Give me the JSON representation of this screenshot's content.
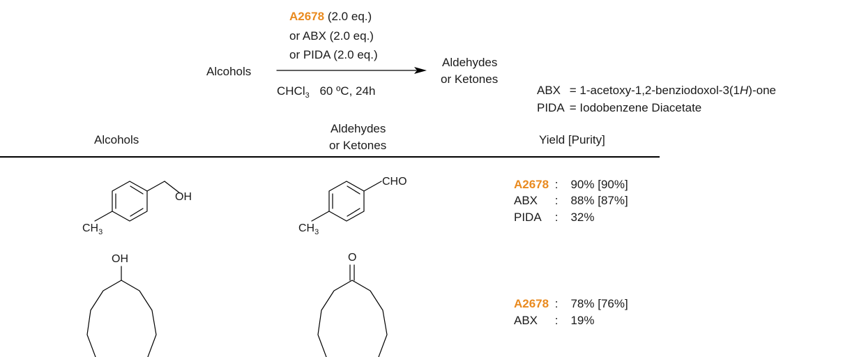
{
  "reaction": {
    "reagent_name": "A2678",
    "reagent_1_amount": "(2.0 eq.)",
    "reagent_2": "or ABX (2.0 eq.)",
    "reagent_3": "or PIDA  (2.0 eq.)",
    "substrate": "Alcohols",
    "solvent_main": "CHCl",
    "solvent_sub": "3",
    "conditions": "60 ºC, 24h",
    "product_line1": "Aldehydes",
    "product_line2": "or Ketones"
  },
  "definitions": [
    {
      "abbr": "ABX",
      "eq": "= 1-acetoxy-1,2-benziodoxol-3(1",
      "italic": "H",
      "tail": ")-one"
    },
    {
      "abbr": "PIDA",
      "eq": "= Iodobenzene Diacetate"
    }
  ],
  "table": {
    "headers": {
      "col1": "Alcohols",
      "col2_line1": "Aldehydes",
      "col2_line2": "or Ketones",
      "col3": "Yield [Purity]"
    },
    "rows": [
      {
        "alcohol_labels": {
          "oh": "OH",
          "ch3": "CH",
          "ch3_sub": "3"
        },
        "product_labels": {
          "cho": "CHO",
          "ch3": "CH",
          "ch3_sub": "3"
        },
        "yields": [
          {
            "reagent": "A2678",
            "sep": ":",
            "value": "90% [90%]"
          },
          {
            "reagent": "ABX",
            "sep": ":",
            "value": "88% [87%]"
          },
          {
            "reagent": "PIDA",
            "sep": ":",
            "value": "32%"
          }
        ]
      },
      {
        "alcohol_labels": {
          "oh": "OH"
        },
        "product_labels": {
          "o": "O"
        },
        "yields": [
          {
            "reagent": "A2678",
            "sep": ":",
            "value": "78% [76%]"
          },
          {
            "reagent": "ABX",
            "sep": ":",
            "value": "19%"
          }
        ]
      }
    ]
  },
  "colors": {
    "accent": "#e98a1f",
    "text": "#1a1a1a"
  }
}
